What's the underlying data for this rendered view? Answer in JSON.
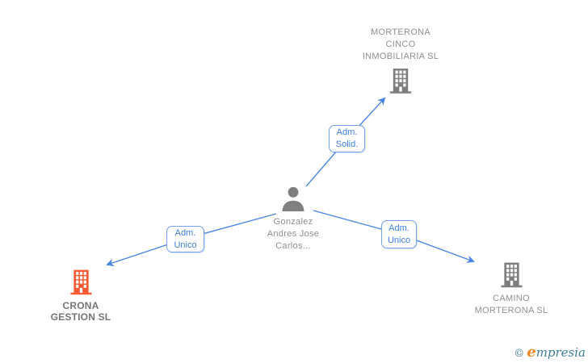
{
  "person": {
    "name": "Gonzalez\nAndres Jose\nCarlos..."
  },
  "companies": {
    "morterona_cinco": {
      "name": "MORTERONA\nCINCO\nINMOBILIARIA SL",
      "highlighted": false
    },
    "crona": {
      "name": "CRONA\nGESTION SL",
      "highlighted": true
    },
    "camino": {
      "name": "CAMINO\nMORTERONA SL",
      "highlighted": false
    }
  },
  "edges": {
    "person_to_morterona_cinco": {
      "label": "Adm.\nSolid."
    },
    "person_to_crona": {
      "label": "Adm.\nUnico"
    },
    "person_to_camino": {
      "label": "Adm.\nUnico"
    }
  },
  "icons": {
    "person": "person-icon",
    "company": "building-icon"
  },
  "colors": {
    "edge_blue": "#4a86e8",
    "label_border_blue": "#74a0ee",
    "label_text_blue": "#3f7ee0",
    "node_gray": "#7f7f7f",
    "highlight_orange": "#fa5b35",
    "text_gray": "#8f8f8f"
  },
  "watermark": {
    "copyright_symbol": "©",
    "brand_initial": "e",
    "brand_rest": "mpresia"
  }
}
